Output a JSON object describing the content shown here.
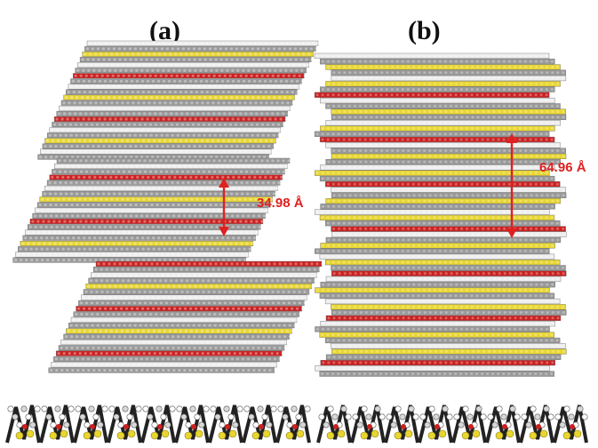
{
  "figure": {
    "panels": [
      {
        "id": "a",
        "label": "(a)",
        "spacing_label": "34.98 Å"
      },
      {
        "id": "b",
        "label": "(b)",
        "spacing_label": "64.96 Å"
      }
    ]
  },
  "colors": {
    "carbon": "#9a9a9a",
    "hydrogen": "#eeeeee",
    "sulfur": "#e8d630",
    "oxygen": "#cc2020",
    "arrow": "#e02020",
    "label": "#111111"
  }
}
